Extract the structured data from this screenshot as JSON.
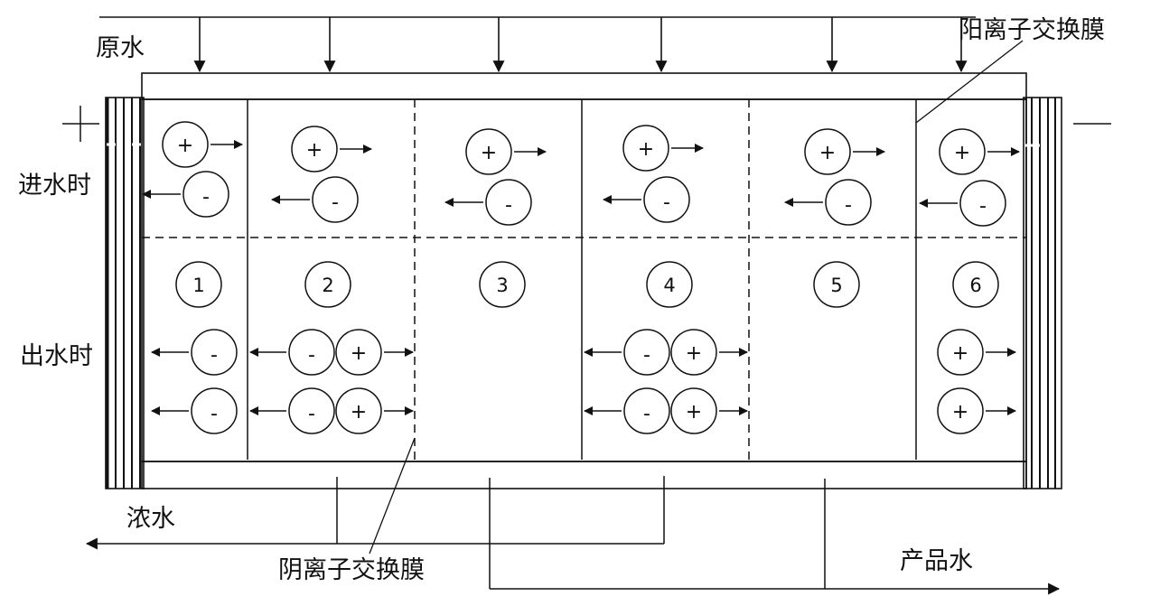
{
  "labels": {
    "raw_water": "原水",
    "inlet_phase": "进水时",
    "outlet_phase": "出水时",
    "concentrate": "浓水",
    "product_water": "产品水",
    "cation_membrane": "阳离子交换膜",
    "anion_membrane": "阴离子交换膜",
    "positive_electrode": "+",
    "negative_electrode": "—"
  },
  "cells": [
    {
      "number": "1"
    },
    {
      "number": "2"
    },
    {
      "number": "3"
    },
    {
      "number": "4"
    },
    {
      "number": "5"
    },
    {
      "number": "6"
    }
  ],
  "membranes": [
    {
      "between": "1-2",
      "type": "cation",
      "style": "solid"
    },
    {
      "between": "2-3",
      "type": "anion",
      "style": "dashed"
    },
    {
      "between": "3-4",
      "type": "cation",
      "style": "solid"
    },
    {
      "between": "4-5",
      "type": "anion",
      "style": "dashed"
    },
    {
      "between": "5-6",
      "type": "cation",
      "style": "solid"
    }
  ],
  "ion_signs": {
    "cation": "+",
    "anion": "-"
  },
  "inlet_ions": [
    {
      "cell": "1",
      "cation_dir": "right",
      "anion_dir": "left"
    },
    {
      "cell": "2",
      "cation_dir": "right",
      "anion_dir": "left"
    },
    {
      "cell": "3",
      "cation_dir": "right",
      "anion_dir": "left"
    },
    {
      "cell": "4",
      "cation_dir": "right",
      "anion_dir": "left"
    },
    {
      "cell": "5",
      "cation_dir": "right",
      "anion_dir": "left"
    },
    {
      "cell": "6",
      "cation_dir": "right",
      "anion_dir": "left"
    }
  ],
  "outlet_ions": [
    {
      "cell": "1",
      "ions": [
        "-",
        "-"
      ],
      "direction": "left"
    },
    {
      "cell": "2",
      "ions": [
        "- +",
        "- +"
      ],
      "direction": "both"
    },
    {
      "cell": "3",
      "ions": [],
      "direction": "none"
    },
    {
      "cell": "4",
      "ions": [
        "- +",
        "- +"
      ],
      "direction": "both"
    },
    {
      "cell": "5",
      "ions": [],
      "direction": "none"
    },
    {
      "cell": "6",
      "ions": [
        "+",
        "+"
      ],
      "direction": "right"
    }
  ],
  "flows": {
    "feed_inlets": 6,
    "concentrate_taps_cells": [
      "2",
      "4"
    ],
    "product_taps_cells": [
      "3",
      "5"
    ],
    "concentrate_direction": "left",
    "product_direction": "right"
  },
  "colors": {
    "stroke": "#111111",
    "background": "#ffffff"
  }
}
